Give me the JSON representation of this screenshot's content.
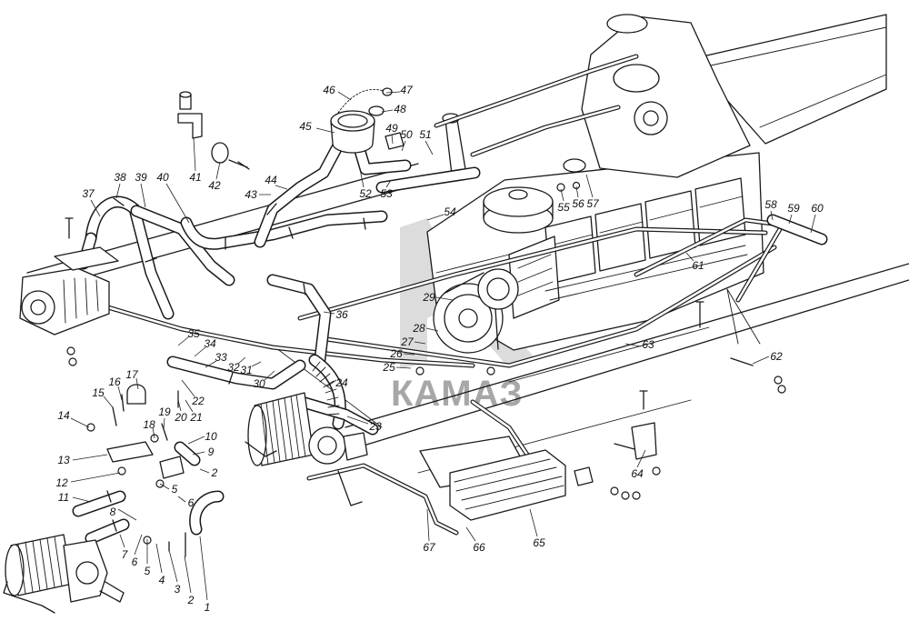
{
  "diagram": {
    "watermark": "КАМАЗ",
    "callouts": [
      "1",
      "2",
      "3",
      "4",
      "5",
      "6",
      "7",
      "8",
      "9",
      "10",
      "11",
      "12",
      "13",
      "14",
      "15",
      "16",
      "17",
      "18",
      "19",
      "20",
      "21",
      "22",
      "23",
      "24",
      "25",
      "26",
      "27",
      "28",
      "29",
      "30",
      "31",
      "32",
      "33",
      "34",
      "35",
      "36",
      "37",
      "38",
      "39",
      "40",
      "41",
      "42",
      "43",
      "44",
      "45",
      "46",
      "47",
      "48",
      "49",
      "50",
      "51",
      "52",
      "53",
      "54",
      "55",
      "56",
      "57",
      "58",
      "59",
      "60",
      "61",
      "62",
      "63",
      "64",
      "65",
      "66",
      "67",
      "2",
      "5",
      "6"
    ]
  }
}
